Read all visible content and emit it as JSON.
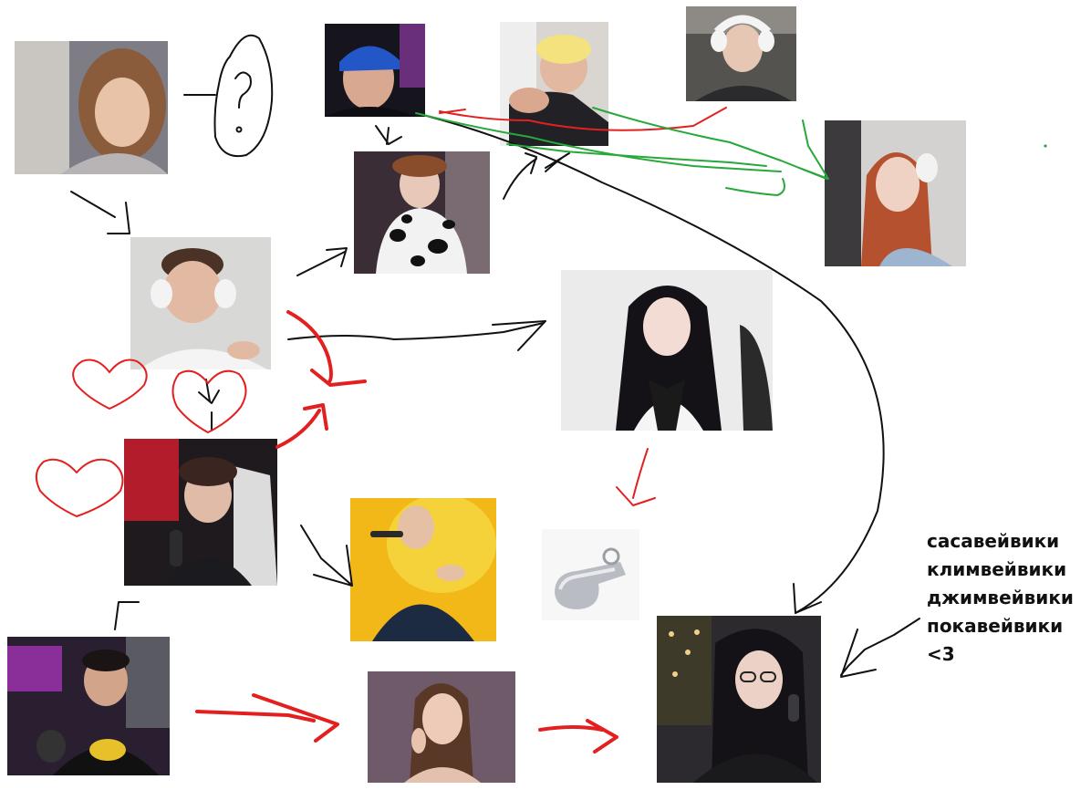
{
  "annotation": {
    "lines": [
      "сасавейвики",
      "климвейвики",
      "джимвейвики",
      "покавейвики",
      "<3"
    ]
  },
  "colors": {
    "ink_black": "#111111",
    "ink_red": "#e32020",
    "ink_green": "#27a83a"
  }
}
